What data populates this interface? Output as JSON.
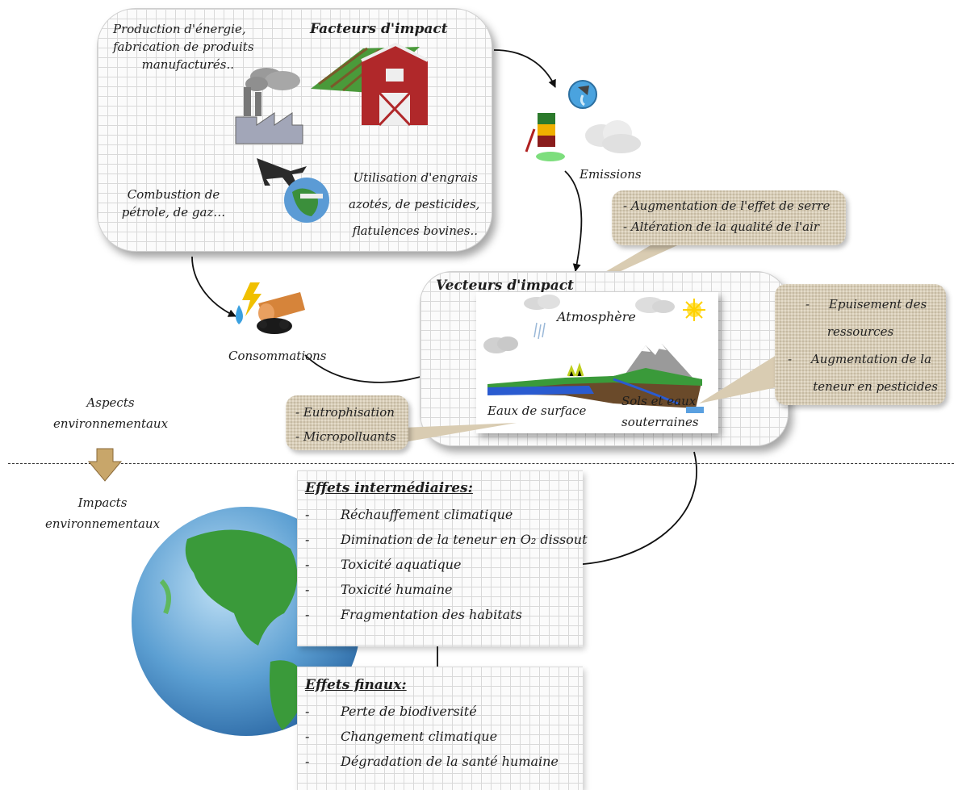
{
  "impact_factors": {
    "title": "Facteurs d'impact",
    "energy_label_line1": "Production d'énergie,",
    "energy_label_line2": "fabrication de produits",
    "energy_label_line3": "manufacturés..",
    "combustion_line1": "Combustion de",
    "combustion_line2": "pétrole, de gaz…",
    "fertilizer_line1": "Utilisation d'engrais",
    "fertilizer_line2": "azotés, de pesticides,",
    "fertilizer_line3": "flatulences bovines.."
  },
  "emissions": {
    "label": "Emissions"
  },
  "consumption": {
    "label": "Consommations"
  },
  "air_effects": {
    "line1": "- Augmentation de l'effet de serre",
    "line2": "- Altération de la qualité de l'air"
  },
  "impact_vectors": {
    "title": "Vecteurs d'impact",
    "atmosphere": "Atmosphère",
    "surface_water": "Eaux de surface",
    "soil_line1": "Sols et eaux",
    "soil_line2": "souterraines"
  },
  "resource_effects": {
    "line1": "-     Epuisement des",
    "line2": "ressources",
    "line3": "-     Augmentation de la",
    "line4": "teneur en pesticides"
  },
  "water_effects": {
    "line1": "- Eutrophisation",
    "line2": "- Micropolluants"
  },
  "aspects": {
    "line1": "Aspects",
    "line2": "environnementaux",
    "line3": "Impacts",
    "line4": "environnementaux"
  },
  "intermediate_effects": {
    "title": "Effets intermédiaires:",
    "items": [
      "Réchauffement climatique",
      "Dimination de la teneur en O₂ dissout",
      "Toxicité aquatique",
      "Toxicité humaine",
      "Fragmentation des habitats"
    ]
  },
  "final_effects": {
    "title": "Effets finaux:",
    "items": [
      "Perte de biodiversité",
      "Changement climatique",
      "Dégradation de la santé humaine"
    ]
  },
  "colors": {
    "burlap": "#d9ccb2",
    "grid_line": "#d9d9d9",
    "barn_red": "#b0282a",
    "field_green": "#3e8a2c",
    "ocean_blue": "#3f7fb8",
    "land_green": "#3a9a3a"
  }
}
